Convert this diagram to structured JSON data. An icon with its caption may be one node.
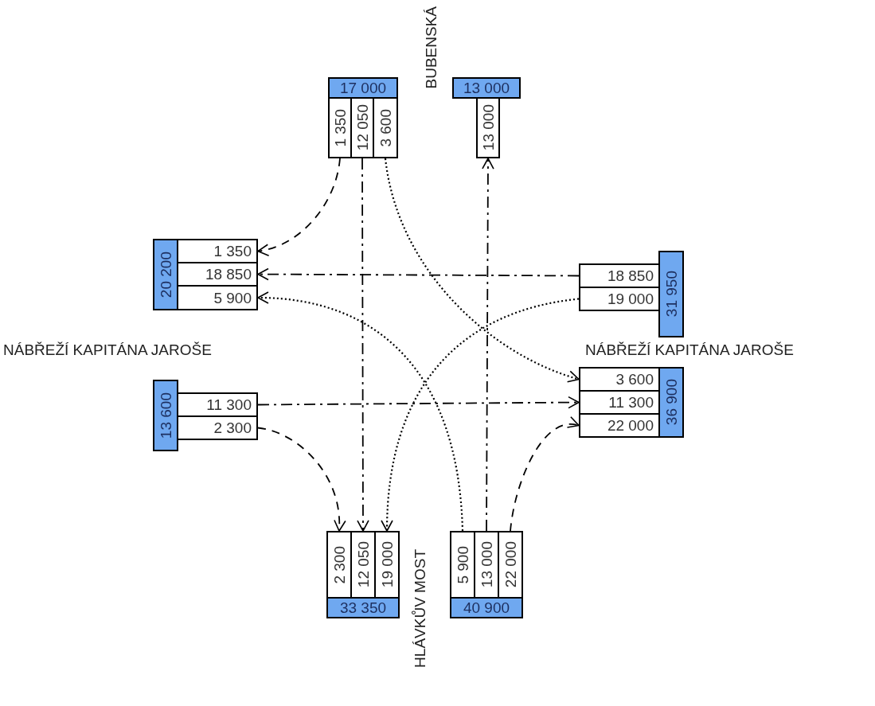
{
  "diagram": {
    "nodes": [
      {
        "text": [
          "17 000"
        ]
      },
      {
        "text": [
          "1 350"
        ]
      },
      {
        "text": [
          "12 050"
        ]
      },
      {
        "text": [
          "3 600"
        ]
      },
      {
        "text": [
          "13 000"
        ]
      },
      {
        "text": [
          "13 000"
        ]
      },
      {
        "text": [
          "20 200"
        ]
      },
      {
        "text": [
          "1 350"
        ]
      },
      {
        "text": [
          "18 850"
        ]
      },
      {
        "text": [
          "5 900"
        ]
      },
      {
        "text": [
          "18 850"
        ]
      },
      {
        "text": [
          "19 000"
        ]
      },
      {
        "text": [
          "31 950"
        ]
      },
      {
        "text": [
          "13 600"
        ]
      },
      {
        "text": [
          "11 300"
        ]
      },
      {
        "text": [
          "2 300"
        ]
      },
      {
        "text": [
          "3 600"
        ]
      },
      {
        "text": [
          "11 300"
        ]
      },
      {
        "text": [
          "22 000"
        ]
      },
      {
        "text": [
          "36 900"
        ]
      },
      {
        "text": [
          "2 300"
        ]
      },
      {
        "text": [
          "12 050"
        ]
      },
      {
        "text": [
          "19 000"
        ]
      },
      {
        "text": [
          "33 350"
        ]
      },
      {
        "text": [
          "5 900"
        ]
      },
      {
        "text": [
          "13 000"
        ]
      },
      {
        "text": [
          "22 000"
        ]
      },
      {
        "text": [
          "40 900"
        ]
      }
    ],
    "edges": [
      {
        "from": 1,
        "to": 7,
        "arrow": "to",
        "style": "dashed"
      },
      {
        "from": 2,
        "to": 21,
        "arrow": "to"
      },
      {
        "from": 3,
        "to": 16,
        "arrow": "to",
        "style": "dashed"
      },
      {
        "from": 10,
        "to": 8,
        "arrow": "to"
      },
      {
        "from": 11,
        "to": 22,
        "arrow": "to",
        "style": "dashed"
      },
      {
        "from": 14,
        "to": 17,
        "arrow": "to"
      },
      {
        "from": 15,
        "to": 20,
        "arrow": "to",
        "style": "dashed"
      },
      {
        "from": 24,
        "to": 9,
        "arrow": "to",
        "style": "dashed"
      },
      {
        "from": 25,
        "to": 5,
        "arrow": "to"
      },
      {
        "from": 26,
        "to": 18,
        "arrow": "to",
        "style": "dashed"
      }
    ],
    "labels": [
      "BUBENSKÁ",
      "NÁBŘEŽÍ KAPITÁNA JAROŠE",
      "NÁBŘEŽÍ KAPITÁNA JAROŠE",
      "HLÁVKŮV MOST"
    ]
  }
}
